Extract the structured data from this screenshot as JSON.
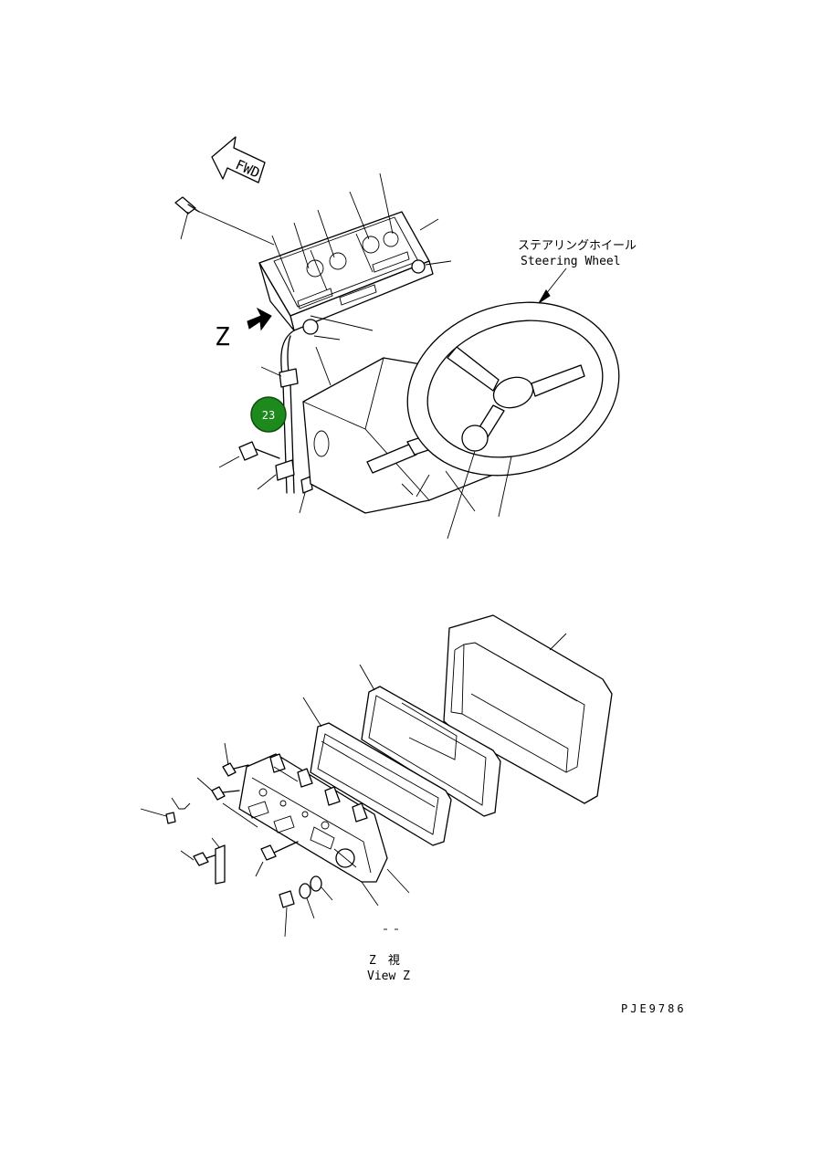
{
  "labels": {
    "fwd": "FWD",
    "view_letter": "Z",
    "steering_jp": "ステアリングホイール",
    "steering_en": "Steering Wheel",
    "view_jp": "Z　視",
    "view_en": "View Z",
    "drawing_code": "PJE9786"
  },
  "callout": {
    "number": "23",
    "color": "#1e8a1e"
  }
}
